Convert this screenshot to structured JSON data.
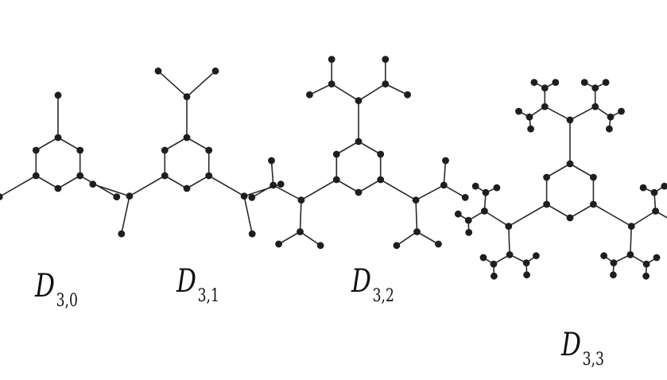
{
  "diagrams": [
    {
      "name": "D",
      "sub": "3,0",
      "levels": 0
    },
    {
      "name": "D",
      "sub": "3,1",
      "levels": 1
    },
    {
      "name": "D",
      "sub": "3,2",
      "levels": 2
    },
    {
      "name": "D",
      "sub": "3,3",
      "levels": 3
    }
  ],
  "colors": {
    "node": "#1e1e1e",
    "edge": "#2a2a2a",
    "background": "#ffffff"
  }
}
